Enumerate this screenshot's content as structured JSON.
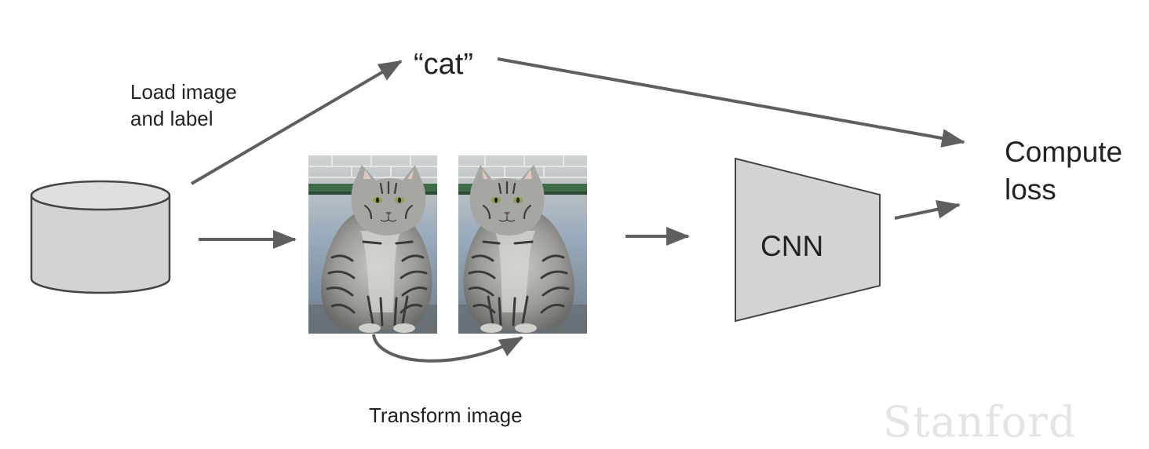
{
  "colors": {
    "arrow": "#5f5f5f",
    "shape_fill": "#d3d3d3",
    "shape_stroke": "#444444",
    "text": "#222222",
    "watermark": "#e4e4e4"
  },
  "labels": {
    "load_line1": "Load image",
    "load_line2": "and label",
    "cat_label": "“cat”",
    "compute_line1": "Compute",
    "compute_line2": "loss",
    "cnn_label": "CNN",
    "transform_label": "Transform image"
  },
  "watermark": {
    "text": "Stanford"
  },
  "images": {
    "original": "cat-photo",
    "flipped": "cat-photo-flipped"
  }
}
